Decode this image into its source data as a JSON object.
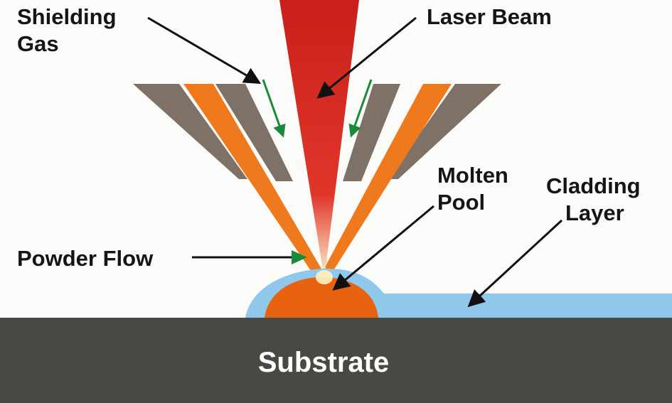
{
  "labels": {
    "shielding_gas_1": "Shielding",
    "shielding_gas_2": "Gas",
    "laser_beam": "Laser Beam",
    "molten_pool_1": "Molten",
    "molten_pool_2": "Pool",
    "cladding_layer_1": "Cladding",
    "cladding_layer_2": "Layer",
    "powder_flow": "Powder Flow",
    "substrate": "Substrate"
  },
  "colors": {
    "laser": "#d42a1c",
    "powder": "#ef7a1e",
    "nozzle": "#7f7166",
    "pool": "#e8620f",
    "cladding": "#8fc8ea",
    "substrate": "#4a4843",
    "gas_arrow": "#1a8a3a"
  }
}
